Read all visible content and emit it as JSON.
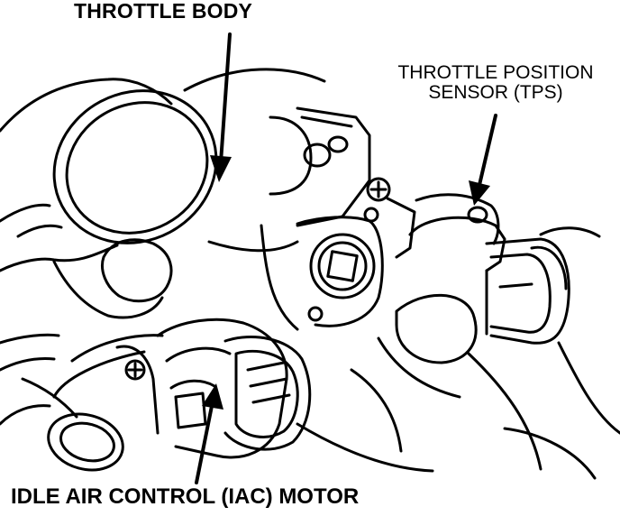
{
  "labels": {
    "throttle_body": "THROTTLE BODY",
    "tps_line1": "THROTTLE POSITION",
    "tps_line2": "SENSOR (TPS)",
    "iac_motor": "IDLE AIR CONTROL (IAC) MOTOR"
  },
  "colors": {
    "ink": "#000000",
    "paper": "#ffffff"
  }
}
